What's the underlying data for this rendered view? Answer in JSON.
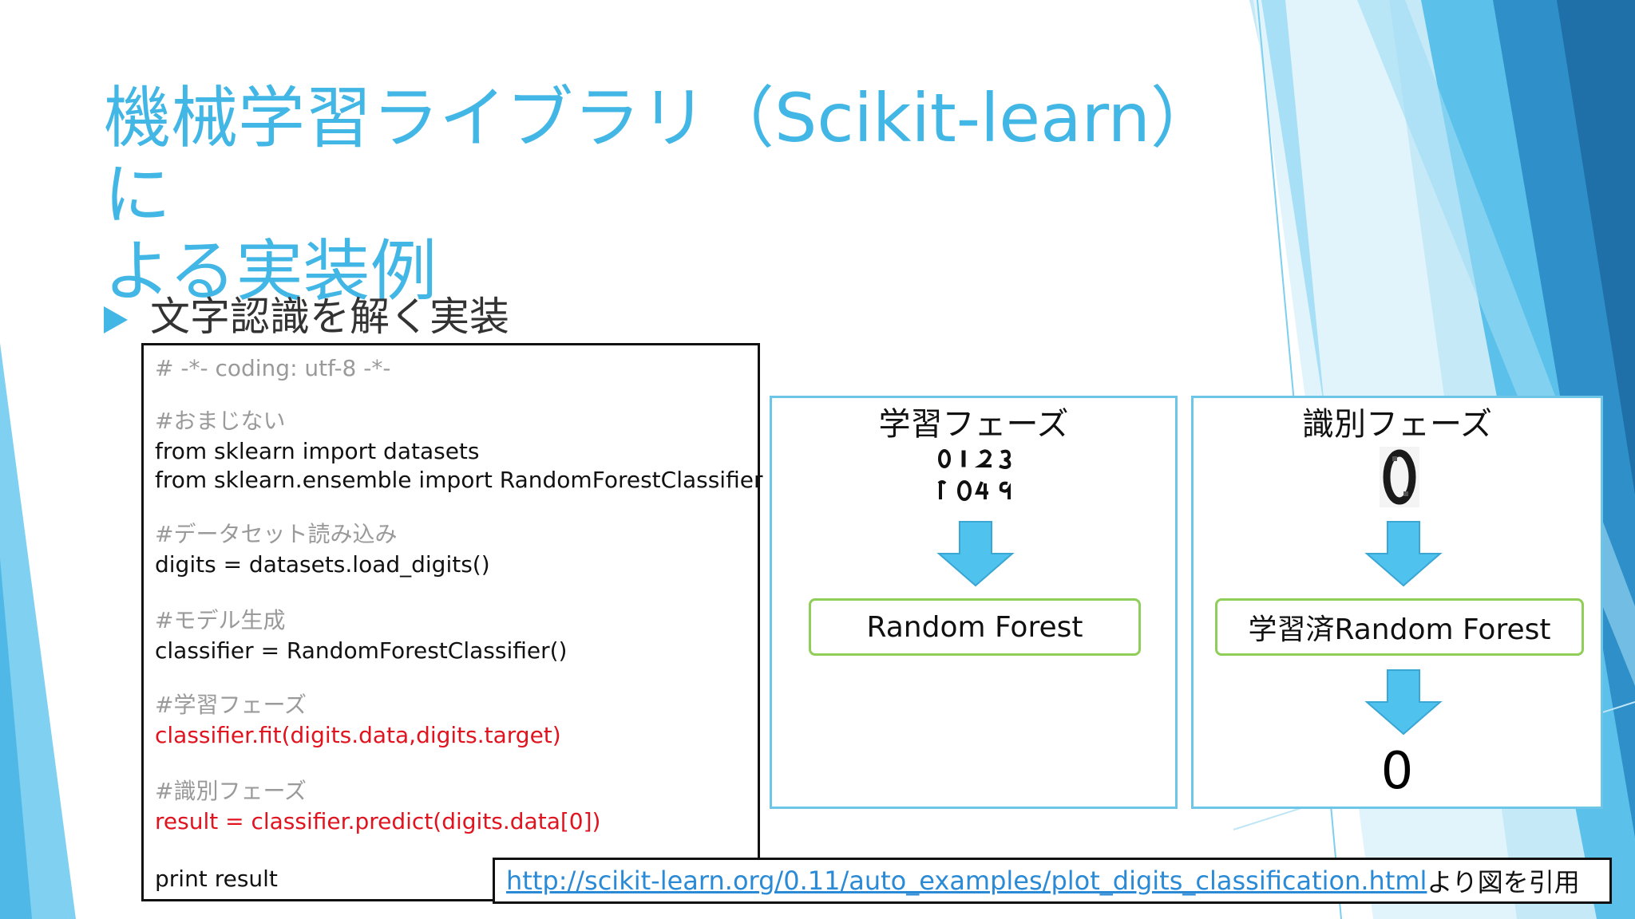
{
  "title": {
    "line1": "機械学習ライブラリ（Scikit-learn）に",
    "line2": "よる実装例"
  },
  "bullet": {
    "text": "文字認識を解く実装",
    "icon": "triangle-bullet-icon"
  },
  "code": {
    "lines": [
      {
        "text": "# -*- coding: utf-8 -*-",
        "kind": "comment"
      },
      {
        "text": "#おまじない",
        "kind": "comment"
      },
      {
        "text": "from sklearn import datasets",
        "kind": "code"
      },
      {
        "text": "from sklearn.ensemble import RandomForestClassifier",
        "kind": "code"
      },
      {
        "text": "#データセット読み込み",
        "kind": "comment"
      },
      {
        "text": "digits = datasets.load_digits()",
        "kind": "code"
      },
      {
        "text": "#モデル生成",
        "kind": "comment"
      },
      {
        "text": "classifier = RandomForestClassifier()",
        "kind": "code"
      },
      {
        "text": "#学習フェーズ",
        "kind": "comment"
      },
      {
        "text": "classifier.fit(digits.data,digits.target)",
        "kind": "highlight"
      },
      {
        "text": "#識別フェーズ",
        "kind": "comment"
      },
      {
        "text": "result = classifier.predict(digits.data[0])",
        "kind": "highlight"
      },
      {
        "text": "print result",
        "kind": "code"
      }
    ]
  },
  "learning_phase": {
    "title": "学習フェーズ",
    "model_label": "Random Forest"
  },
  "recognition_phase": {
    "title": "識別フェーズ",
    "model_label": "学習済Random Forest",
    "result": "0"
  },
  "citation": {
    "link": "http://scikit-learn.org/0.11/auto_examples/plot_digits_classification.html",
    "suffix": "より図を引用"
  },
  "colors": {
    "title": "#42b7e6",
    "accent_blue": "#4fc3ee",
    "box_border": "#6dc5e8",
    "model_border": "#8fce58",
    "highlight_code": "#e0131f",
    "comment": "#9a9a9a",
    "link": "#2a8ad6"
  }
}
